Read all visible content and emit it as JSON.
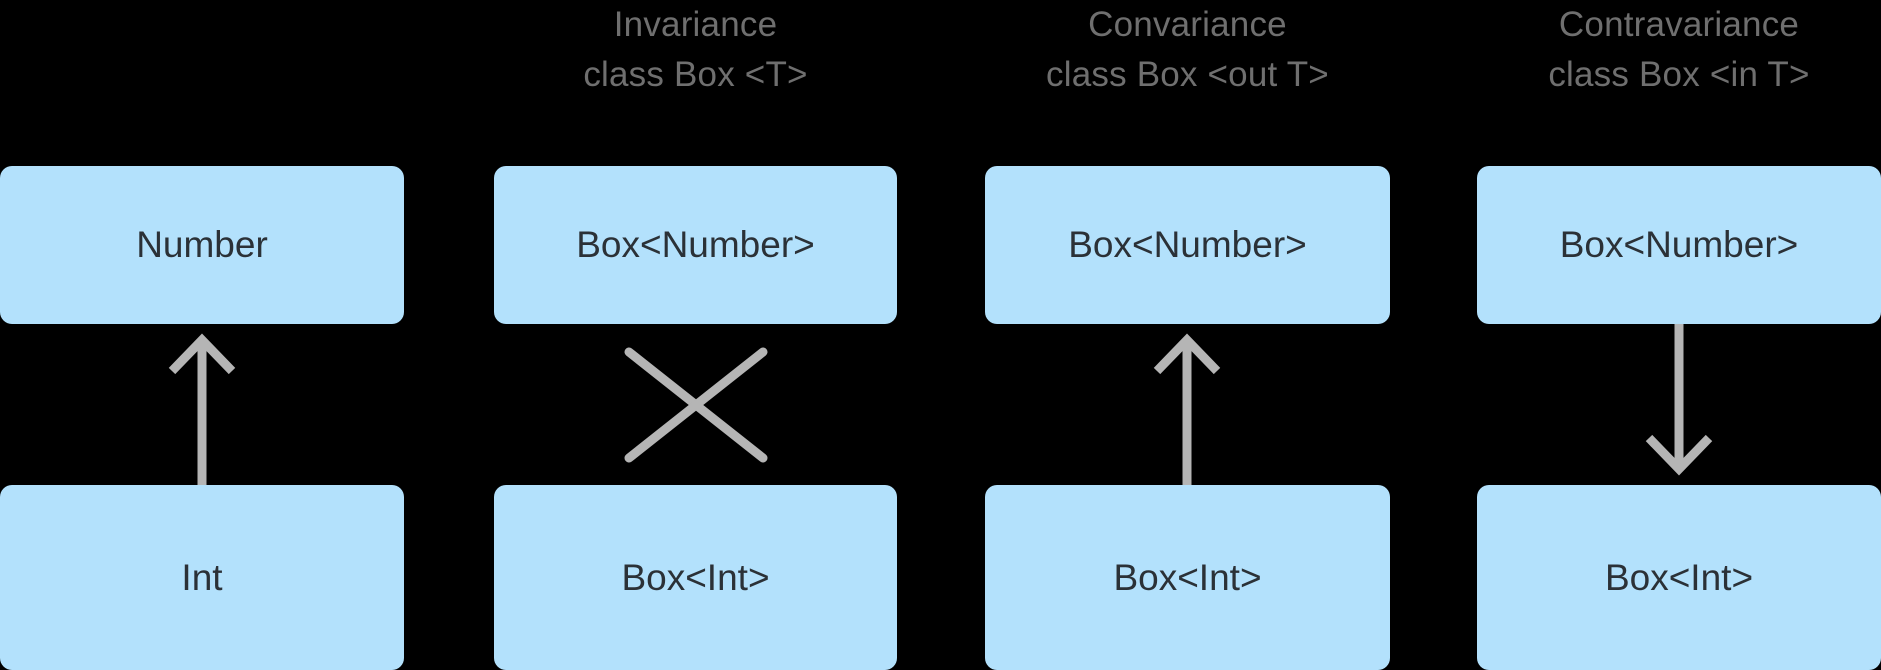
{
  "canvas": {
    "background": "#000000",
    "box_fill": "#b3e1fc",
    "box_text_color": "#2b3137",
    "header_text_color": "#6f6f6f",
    "connector_color": "#b5b5b5"
  },
  "columns": [
    {
      "id": "plain-types",
      "header_line1": "",
      "header_line2": "",
      "top_box": "Number",
      "bottom_box": "Int",
      "connector": "arrow-up"
    },
    {
      "id": "invariance",
      "header_line1": "Invariance",
      "header_line2": "class Box <T>",
      "top_box": "Box<Number>",
      "bottom_box": "Box<Int>",
      "connector": "cross"
    },
    {
      "id": "covariance",
      "header_line1": "Convariance",
      "header_line2": "class Box <out T>",
      "top_box": "Box<Number>",
      "bottom_box": "Box<Int>",
      "connector": "arrow-up"
    },
    {
      "id": "contravariance",
      "header_line1": "Contravariance",
      "header_line2": "class Box <in T>",
      "top_box": "Box<Number>",
      "bottom_box": "Box<Int>",
      "connector": "arrow-down"
    }
  ]
}
